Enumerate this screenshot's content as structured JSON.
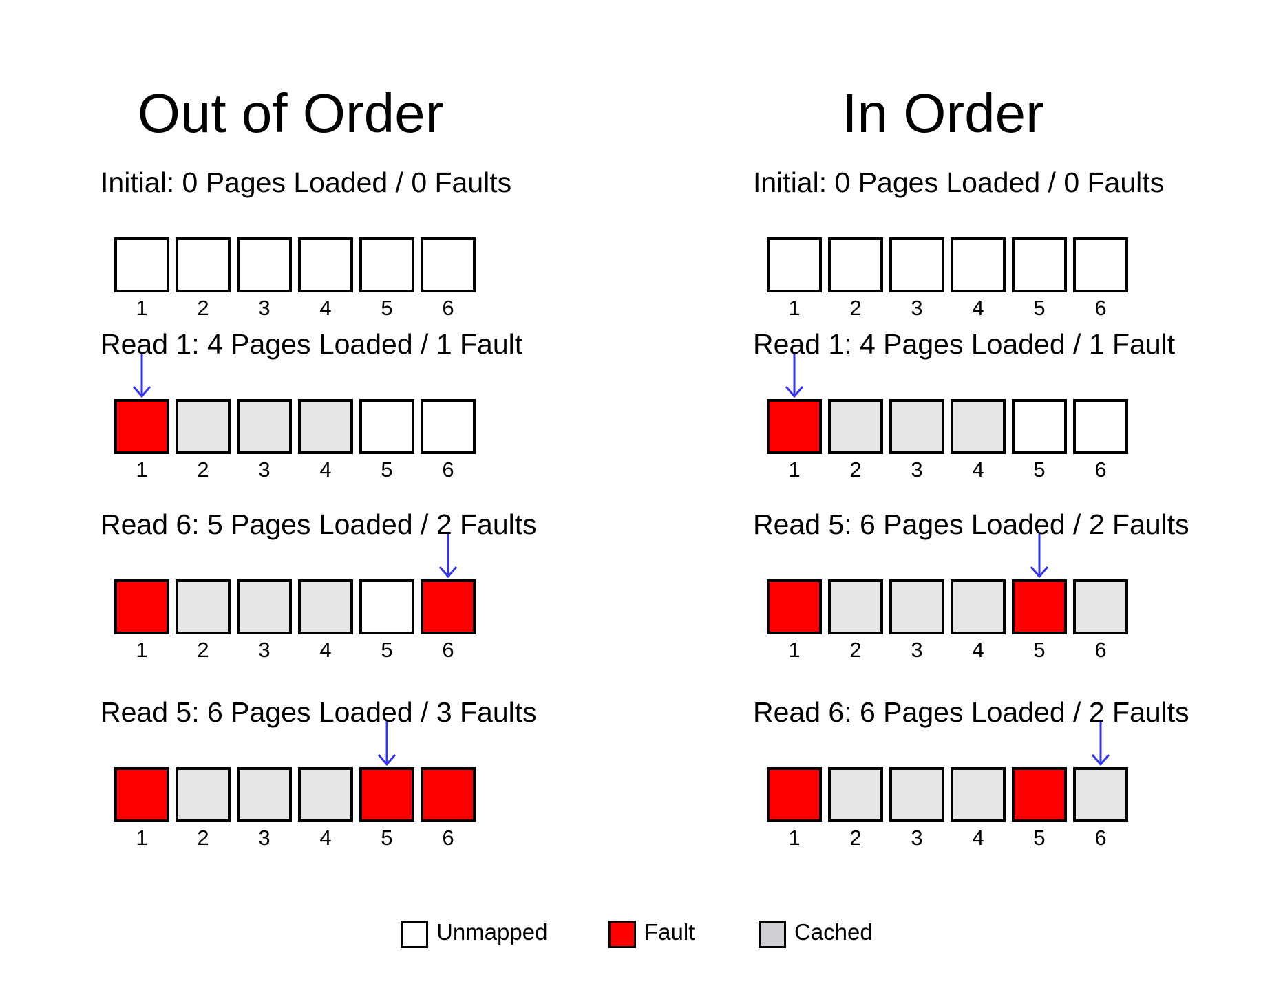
{
  "colors": {
    "unmapped": "#ffffff",
    "fault": "#ff0000",
    "cached": "#e6e6e6",
    "arrow": "#3333ee",
    "border": "#000000"
  },
  "panels": [
    {
      "title": "Out of Order",
      "steps": [
        {
          "caption": "Initial: 0 Pages Loaded / 0 Faults",
          "pages": [
            {
              "num": "1",
              "state": "unmapped"
            },
            {
              "num": "2",
              "state": "unmapped"
            },
            {
              "num": "3",
              "state": "unmapped"
            },
            {
              "num": "4",
              "state": "unmapped"
            },
            {
              "num": "5",
              "state": "unmapped"
            },
            {
              "num": "6",
              "state": "unmapped"
            }
          ],
          "access": null
        },
        {
          "caption": "Read 1: 4 Pages Loaded / 1 Fault",
          "pages": [
            {
              "num": "1",
              "state": "fault"
            },
            {
              "num": "2",
              "state": "cached"
            },
            {
              "num": "3",
              "state": "cached"
            },
            {
              "num": "4",
              "state": "cached"
            },
            {
              "num": "5",
              "state": "unmapped"
            },
            {
              "num": "6",
              "state": "unmapped"
            }
          ],
          "access": 1
        },
        {
          "caption": "Read 6: 5 Pages Loaded / 2 Faults",
          "pages": [
            {
              "num": "1",
              "state": "fault"
            },
            {
              "num": "2",
              "state": "cached"
            },
            {
              "num": "3",
              "state": "cached"
            },
            {
              "num": "4",
              "state": "cached"
            },
            {
              "num": "5",
              "state": "unmapped"
            },
            {
              "num": "6",
              "state": "fault"
            }
          ],
          "access": 6
        },
        {
          "caption": "Read 5: 6 Pages Loaded / 3 Faults",
          "pages": [
            {
              "num": "1",
              "state": "fault"
            },
            {
              "num": "2",
              "state": "cached"
            },
            {
              "num": "3",
              "state": "cached"
            },
            {
              "num": "4",
              "state": "cached"
            },
            {
              "num": "5",
              "state": "fault"
            },
            {
              "num": "6",
              "state": "fault"
            }
          ],
          "access": 5
        }
      ]
    },
    {
      "title": "In Order",
      "steps": [
        {
          "caption": "Initial: 0 Pages Loaded / 0 Faults",
          "pages": [
            {
              "num": "1",
              "state": "unmapped"
            },
            {
              "num": "2",
              "state": "unmapped"
            },
            {
              "num": "3",
              "state": "unmapped"
            },
            {
              "num": "4",
              "state": "unmapped"
            },
            {
              "num": "5",
              "state": "unmapped"
            },
            {
              "num": "6",
              "state": "unmapped"
            }
          ],
          "access": null
        },
        {
          "caption": "Read 1: 4 Pages Loaded / 1 Fault",
          "pages": [
            {
              "num": "1",
              "state": "fault"
            },
            {
              "num": "2",
              "state": "cached"
            },
            {
              "num": "3",
              "state": "cached"
            },
            {
              "num": "4",
              "state": "cached"
            },
            {
              "num": "5",
              "state": "unmapped"
            },
            {
              "num": "6",
              "state": "unmapped"
            }
          ],
          "access": 1
        },
        {
          "caption": "Read 5: 6 Pages Loaded / 2 Faults",
          "pages": [
            {
              "num": "1",
              "state": "fault"
            },
            {
              "num": "2",
              "state": "cached"
            },
            {
              "num": "3",
              "state": "cached"
            },
            {
              "num": "4",
              "state": "cached"
            },
            {
              "num": "5",
              "state": "fault"
            },
            {
              "num": "6",
              "state": "cached"
            }
          ],
          "access": 5
        },
        {
          "caption": "Read 6: 6 Pages Loaded / 2 Faults",
          "pages": [
            {
              "num": "1",
              "state": "fault"
            },
            {
              "num": "2",
              "state": "cached"
            },
            {
              "num": "3",
              "state": "cached"
            },
            {
              "num": "4",
              "state": "cached"
            },
            {
              "num": "5",
              "state": "fault"
            },
            {
              "num": "6",
              "state": "cached"
            }
          ],
          "access": 6
        }
      ]
    }
  ],
  "legend": [
    {
      "state": "unmapped",
      "label": "Unmapped"
    },
    {
      "state": "fault",
      "label": "Fault"
    },
    {
      "state": "cached",
      "label": "Cached"
    }
  ]
}
